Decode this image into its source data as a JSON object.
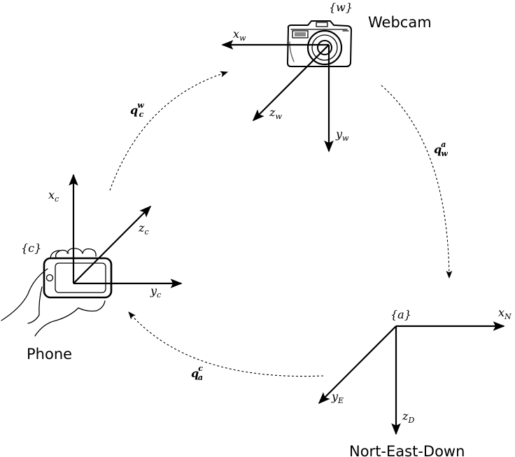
{
  "frames": {
    "webcam": {
      "name": "Webcam",
      "id": "{w}",
      "axes": {
        "x": "x",
        "x_sub": "w",
        "y": "y",
        "y_sub": "w",
        "z": "z",
        "z_sub": "w"
      }
    },
    "phone": {
      "name": "Phone",
      "id": "{c}",
      "axes": {
        "x": "x",
        "x_sub": "c",
        "y": "y",
        "y_sub": "c",
        "z": "z",
        "z_sub": "c"
      }
    },
    "ned": {
      "name": "Nort-East-Down",
      "id": "{a}",
      "axes": {
        "x": "x",
        "x_sub": "N",
        "y": "y",
        "y_sub": "E",
        "z": "z",
        "z_sub": "D"
      }
    }
  },
  "transforms": [
    {
      "q": "q",
      "sub": "c",
      "sup": "w"
    },
    {
      "q": "q",
      "sub": "w",
      "sup": "a"
    },
    {
      "q": "q",
      "sub": "a",
      "sup": "c"
    }
  ],
  "colors": {
    "ink": "#000000",
    "background": "#ffffff"
  },
  "icons": [
    "camera-icon",
    "hand-phone-icon"
  ]
}
